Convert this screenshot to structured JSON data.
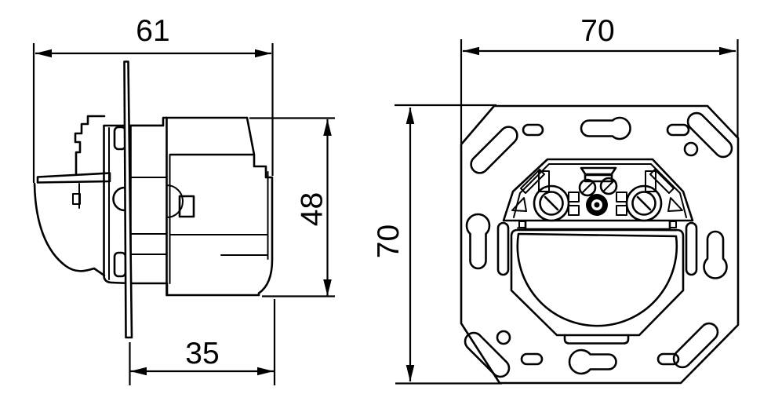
{
  "drawing": {
    "colors": {
      "line": "#000000",
      "background": "#ffffff"
    },
    "views": {
      "side": {
        "dim_depth_total": "61",
        "dim_height": "48",
        "dim_depth_body": "35"
      },
      "front": {
        "dim_width": "70",
        "dim_height": "70"
      }
    }
  }
}
